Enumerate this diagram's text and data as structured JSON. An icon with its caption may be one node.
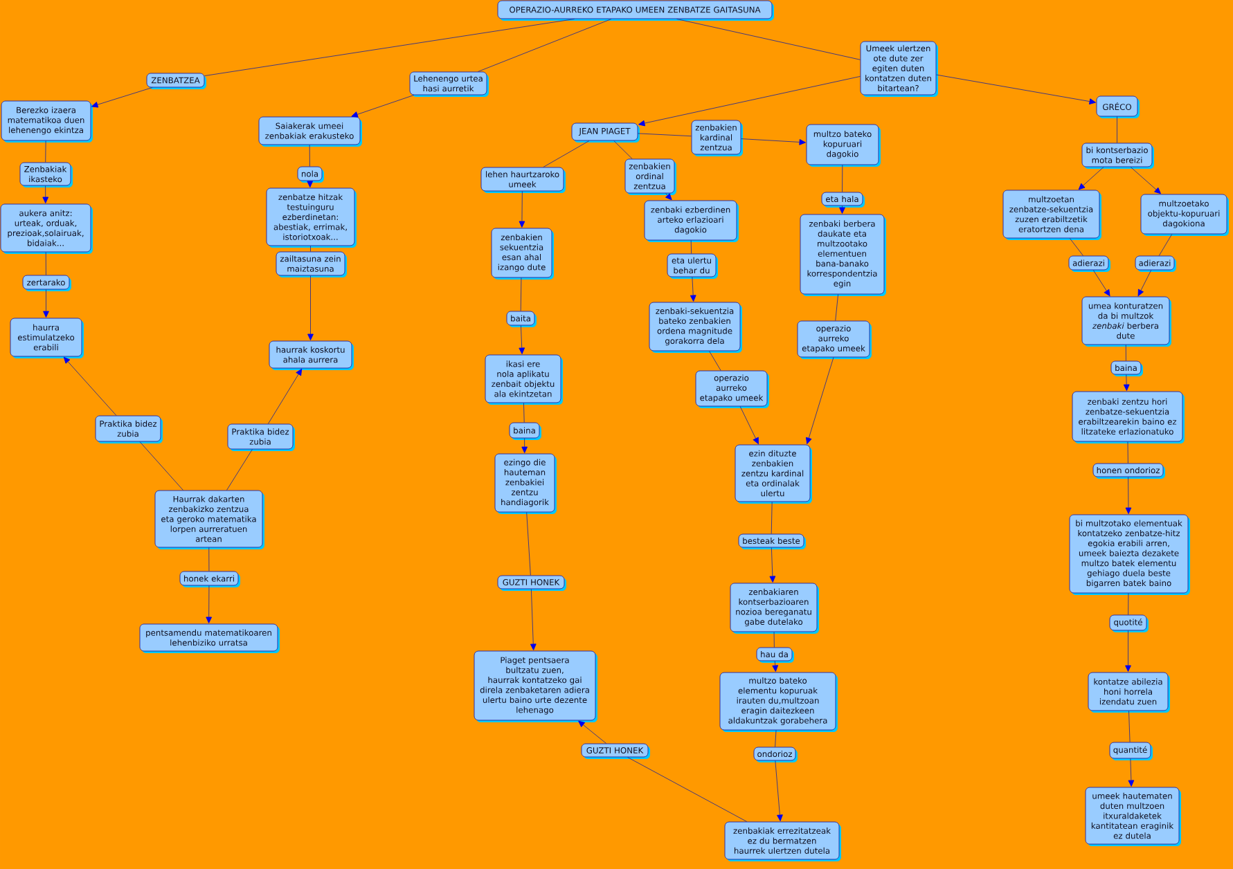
{
  "diagram": {
    "nodes": [
      {
        "text": [
          "OPERAZIO-AURREKO ETAPAKO UMEEN ZENBATZE GAITASUNA"
        ]
      },
      {
        "text": [
          "ZENBATZEA"
        ]
      },
      {
        "text": [
          "Lehenengo urtea hasi aurretik"
        ]
      },
      {
        "text": [
          "Umeek ulertzen ote dute zer egiten duten kontatzen duten bitartean?"
        ]
      },
      {
        "text": [
          "Berezko izaera matematikoa duen lehenengo ekintza"
        ]
      },
      {
        "text": [
          "Zenbakiak ikasteko"
        ]
      },
      {
        "text": [
          "aukera anitz: urteak, orduak, prezioak,solairuak, bidaiak..."
        ]
      },
      {
        "text": [
          "zertarako"
        ]
      },
      {
        "text": [
          "haurra estimulatzeko erabili"
        ]
      },
      {
        "text": [
          "Saiakerak umeei zenbakiak erakusteko"
        ]
      },
      {
        "text": [
          "nola"
        ]
      },
      {
        "text": [
          "zenbatze hitzak testuinguru ezberdinetan: abestiak, errimak, istoriotxoak..."
        ]
      },
      {
        "text": [
          "zailtasuna zein maiztasuna"
        ]
      },
      {
        "text": [
          "haurrak koskortu ahala aurrera"
        ]
      },
      {
        "text": [
          "Praktika bidez zubia"
        ]
      },
      {
        "text": [
          "Praktika bidez zubia"
        ]
      },
      {
        "text": [
          "Haurrak dakarten zenbakizko zentzua eta geroko matematika lorpen aurreratuen artean"
        ]
      },
      {
        "text": [
          "honek ekarri"
        ]
      },
      {
        "text": [
          "pentsamendu matematikoaren lehenbiziko urratsa"
        ]
      },
      {
        "text": [
          "JEAN PIAGET"
        ]
      },
      {
        "text": [
          "zenbakien kardinal zentzua"
        ]
      },
      {
        "text": [
          "multzo bateko kopuruari dagokio"
        ]
      },
      {
        "text": [
          "lehen haurtzaroko umeek"
        ]
      },
      {
        "text": [
          "zenbakien ordinal zentzua"
        ]
      },
      {
        "text": [
          "zenbaki ezberdinen arteko erlazioari dagokio"
        ]
      },
      {
        "text": [
          "eta ulertu behar du"
        ]
      },
      {
        "text": [
          "zenbaki-sekuentzia bateko zenbakien ordena magnitude gorakorra dela"
        ]
      },
      {
        "text": [
          "zenbakien sekuentzia esan ahal izango dute"
        ]
      },
      {
        "text": [
          "baita"
        ]
      },
      {
        "text": [
          "ikasi ere nola aplikatu zenbait objektu ala ekintzetan"
        ]
      },
      {
        "text": [
          "baina"
        ]
      },
      {
        "text": [
          "ezingo die hauteman zenbakiei zentzu handiagorik"
        ]
      },
      {
        "text": [
          "GUZTI HONEK"
        ]
      },
      {
        "text": [
          "Piaget pentsaera bultzatu zuen, haurrak kontatzeko gai direla zenbaketaren adiera ulertu baino urte dezente lehenago"
        ]
      },
      {
        "text": [
          "GUZTI HONEK"
        ]
      },
      {
        "text": [
          "operazio aurreko etapako umeek"
        ]
      },
      {
        "text": [
          "eta hala"
        ]
      },
      {
        "text": [
          "zenbaki berbera daukate eta multzootako elementuen bana-banako korrespondentzia egin"
        ]
      },
      {
        "text": [
          "operazio aurreko etapako umeek"
        ]
      },
      {
        "text": [
          "ezin dituzte zenbakien zentzu kardinal eta ordinalak ulertu"
        ]
      },
      {
        "text": [
          "besteak beste"
        ]
      },
      {
        "text": [
          "zenbakiaren kontserbazioaren nozioa bereganatu gabe dutelako"
        ]
      },
      {
        "text": [
          "hau da"
        ]
      },
      {
        "text": [
          "multzo bateko elementu kopuruak irauten du,multzoan eragin daitezkeen aldakuntzak gorabehera"
        ]
      },
      {
        "text": [
          "ondorioz"
        ]
      },
      {
        "text": [
          "zenbakiak errezitatzeak ez du bermatzen haurrek ulertzen dutela"
        ]
      },
      {
        "text": [
          "GRÉCO"
        ]
      },
      {
        "text": [
          "bi kontserbazio mota bereizi"
        ]
      },
      {
        "text": [
          "multzoetan zenbatze-sekuentzia zuzen erabiltzetik eratortzen dena"
        ]
      },
      {
        "text": [
          "multzoetako objektu-kopuruari dagokiona"
        ]
      },
      {
        "text": [
          "adierazi"
        ]
      },
      {
        "text": [
          "adierazi"
        ]
      },
      {
        "text": [
          "umea konturatzen da bi multzok *zenbaki* berbera dute"
        ]
      },
      {
        "text": [
          "baina"
        ]
      },
      {
        "text": [
          "zenbaki zentzu hori zenbatze-sekuentzia erabiltzearekin baino ez litzateke erlazionatuko"
        ]
      },
      {
        "text": [
          "honen ondorioz"
        ]
      },
      {
        "text": [
          "bi multzotako elementuak kontatzeko zenbatze-hitz egokia erabili arren, umeek baiezta dezakete multzo batek elementu gehiago duela beste bigarren batek baino"
        ]
      },
      {
        "text": [
          "quotité"
        ]
      },
      {
        "text": [
          "kontatze abilezia honi horrela izendatu zuen"
        ]
      },
      {
        "text": [
          "quantité"
        ]
      },
      {
        "text": [
          "umeek hautematen duten multzoen itxuraldaketek kantitatean eraginik ez dutela"
        ]
      }
    ],
    "edges": [
      {
        "from": 0,
        "to": 1,
        "arrow": "none"
      },
      {
        "from": 0,
        "to": 2,
        "arrow": "none"
      },
      {
        "from": 0,
        "to": 3,
        "arrow": "none"
      },
      {
        "from": 1,
        "to": 4,
        "arrow": "to"
      },
      {
        "from": 4,
        "to": 5,
        "arrow": "none"
      },
      {
        "from": 5,
        "to": 6,
        "arrow": "to"
      },
      {
        "from": 6,
        "to": 7,
        "arrow": "none"
      },
      {
        "from": 7,
        "to": 8,
        "arrow": "to"
      },
      {
        "from": 2,
        "to": 9,
        "arrow": "to"
      },
      {
        "from": 9,
        "to": 10,
        "arrow": "none"
      },
      {
        "from": 10,
        "to": 11,
        "arrow": "to"
      },
      {
        "from": 11,
        "to": 12,
        "arrow": "none"
      },
      {
        "from": 12,
        "to": 13,
        "arrow": "to"
      },
      {
        "from": 16,
        "to": 14,
        "arrow": "none"
      },
      {
        "from": 14,
        "to": 8,
        "arrow": "to"
      },
      {
        "from": 16,
        "to": 15,
        "arrow": "none"
      },
      {
        "from": 15,
        "to": 13,
        "arrow": "to"
      },
      {
        "from": 16,
        "to": 17,
        "arrow": "none"
      },
      {
        "from": 17,
        "to": 18,
        "arrow": "to"
      },
      {
        "from": 3,
        "to": 19,
        "arrow": "to"
      },
      {
        "from": 3,
        "to": 46,
        "arrow": "to"
      },
      {
        "from": 19,
        "to": 20,
        "arrow": "none"
      },
      {
        "from": 20,
        "to": 21,
        "arrow": "to"
      },
      {
        "from": 19,
        "to": 22,
        "arrow": "none"
      },
      {
        "from": 19,
        "to": 23,
        "arrow": "none"
      },
      {
        "from": 23,
        "to": 24,
        "arrow": "to"
      },
      {
        "from": 24,
        "to": 25,
        "arrow": "none"
      },
      {
        "from": 25,
        "to": 26,
        "arrow": "to"
      },
      {
        "from": 26,
        "to": 35,
        "arrow": "none"
      },
      {
        "from": 35,
        "to": 39,
        "arrow": "to"
      },
      {
        "from": 22,
        "to": 27,
        "arrow": "to"
      },
      {
        "from": 27,
        "to": 28,
        "arrow": "none"
      },
      {
        "from": 28,
        "to": 29,
        "arrow": "to"
      },
      {
        "from": 29,
        "to": 30,
        "arrow": "none"
      },
      {
        "from": 30,
        "to": 31,
        "arrow": "to"
      },
      {
        "from": 31,
        "to": 32,
        "arrow": "none"
      },
      {
        "from": 32,
        "to": 33,
        "arrow": "to"
      },
      {
        "from": 45,
        "to": 34,
        "arrow": "none"
      },
      {
        "from": 34,
        "to": 33,
        "arrow": "to"
      },
      {
        "from": 21,
        "to": 36,
        "arrow": "none"
      },
      {
        "from": 36,
        "to": 37,
        "arrow": "to"
      },
      {
        "from": 37,
        "to": 38,
        "arrow": "none"
      },
      {
        "from": 38,
        "to": 39,
        "arrow": "to"
      },
      {
        "from": 39,
        "to": 40,
        "arrow": "none"
      },
      {
        "from": 40,
        "to": 41,
        "arrow": "to"
      },
      {
        "from": 41,
        "to": 42,
        "arrow": "none"
      },
      {
        "from": 42,
        "to": 43,
        "arrow": "to"
      },
      {
        "from": 43,
        "to": 44,
        "arrow": "none"
      },
      {
        "from": 44,
        "to": 45,
        "arrow": "to"
      },
      {
        "from": 46,
        "to": 47,
        "arrow": "none"
      },
      {
        "from": 47,
        "to": 48,
        "arrow": "to"
      },
      {
        "from": 47,
        "to": 49,
        "arrow": "to"
      },
      {
        "from": 48,
        "to": 50,
        "arrow": "none"
      },
      {
        "from": 49,
        "to": 51,
        "arrow": "none"
      },
      {
        "from": 50,
        "to": 52,
        "arrow": "to"
      },
      {
        "from": 51,
        "to": 52,
        "arrow": "to"
      },
      {
        "from": 52,
        "to": 53,
        "arrow": "none"
      },
      {
        "from": 53,
        "to": 54,
        "arrow": "to"
      },
      {
        "from": 54,
        "to": 55,
        "arrow": "none"
      },
      {
        "from": 55,
        "to": 56,
        "arrow": "to"
      },
      {
        "from": 56,
        "to": 57,
        "arrow": "none"
      },
      {
        "from": 57,
        "to": 58,
        "arrow": "to"
      },
      {
        "from": 58,
        "to": 59,
        "arrow": "none"
      },
      {
        "from": 59,
        "to": 60,
        "arrow": "to"
      }
    ]
  }
}
